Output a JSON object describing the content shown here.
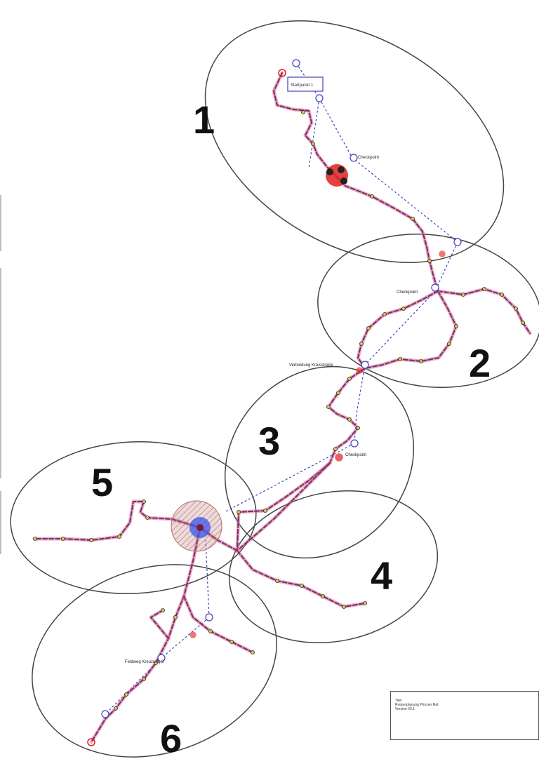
{
  "zones": [
    {
      "id": "zone-1",
      "number": "1"
    },
    {
      "id": "zone-2",
      "number": "2"
    },
    {
      "id": "zone-3",
      "number": "3"
    },
    {
      "id": "zone-4",
      "number": "4"
    },
    {
      "id": "zone-5",
      "number": "5"
    },
    {
      "id": "zone-6",
      "number": "6"
    }
  ],
  "labels": {
    "start_box": "Startpunkt 1",
    "zone1_note": "Checkpoint",
    "zone2_note": "Checkpoint",
    "zone2_junction": "Verbindung Kreisstraße",
    "zone3_note": "Checkpoint",
    "zone6_note": "Feldweg Kreuzung 3"
  },
  "legend": {
    "line1": "Titel",
    "line2": "Routenplanung Prinzen Rat",
    "line3": "Version 20.1"
  },
  "colors": {
    "route": "#7a2a6a",
    "route_highlight": "#d36b8f",
    "link_dashed": "#4040c0",
    "hub_red": "#e02020",
    "hub_circle": "#b66a6a",
    "hub_blue": "#3a55e8",
    "zone_outline": "#444444"
  }
}
